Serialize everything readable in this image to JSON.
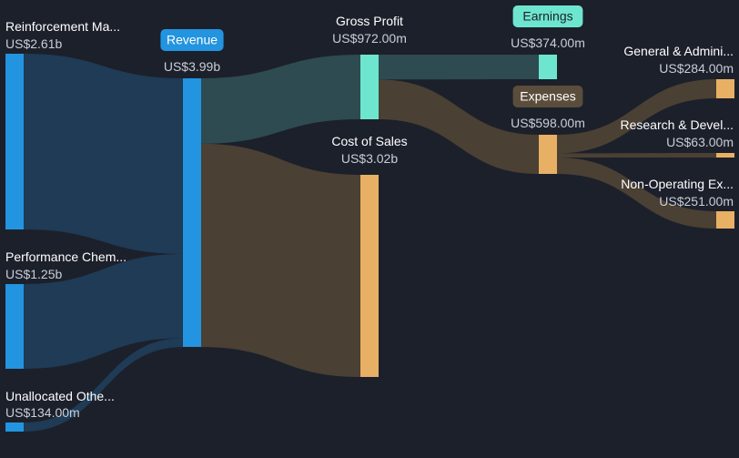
{
  "chart_data": {
    "type": "sankey",
    "currency": "US$",
    "colors": {
      "background": "#1c202b",
      "revenue_node": "#2394df",
      "revenue_flow": "#1f3b55",
      "profit_node": "#6ee6cf",
      "profit_flow": "#2d4b50",
      "cost_node": "#e8b064",
      "cost_flow": "#4a4033",
      "earnings_badge": "#6ee6cf",
      "expenses_badge": "#5b4d3b",
      "revenue_badge": "#2394df"
    },
    "nodes": [
      {
        "id": "reinforcement",
        "label": "Reinforcement Ma...",
        "value_label": "US$2.61b",
        "value": 2610,
        "type": "revenue",
        "badge": false
      },
      {
        "id": "performance",
        "label": "Performance Chem...",
        "value_label": "US$1.25b",
        "value": 1250,
        "type": "revenue",
        "badge": false
      },
      {
        "id": "unallocated",
        "label": "Unallocated Othe...",
        "value_label": "US$134.00m",
        "value": 134,
        "type": "revenue",
        "badge": false
      },
      {
        "id": "revenue",
        "label": "Revenue",
        "value_label": "US$3.99b",
        "value": 3990,
        "type": "revenue",
        "badge": true
      },
      {
        "id": "gross_profit",
        "label": "Gross Profit",
        "value_label": "US$972.00m",
        "value": 972,
        "type": "profit",
        "badge": false
      },
      {
        "id": "cost_of_sales",
        "label": "Cost of Sales",
        "value_label": "US$3.02b",
        "value": 3020,
        "type": "cost",
        "badge": false
      },
      {
        "id": "earnings",
        "label": "Earnings",
        "value_label": "US$374.00m",
        "value": 374,
        "type": "profit",
        "badge": true
      },
      {
        "id": "expenses",
        "label": "Expenses",
        "value_label": "US$598.00m",
        "value": 598,
        "type": "cost",
        "badge": true
      },
      {
        "id": "general_admin",
        "label": "General & Admini...",
        "value_label": "US$284.00m",
        "value": 284,
        "type": "cost",
        "badge": false
      },
      {
        "id": "research_dev",
        "label": "Research & Devel...",
        "value_label": "US$63.00m",
        "value": 63,
        "type": "cost",
        "badge": false
      },
      {
        "id": "non_operating",
        "label": "Non-Operating Ex...",
        "value_label": "US$251.00m",
        "value": 251,
        "type": "cost",
        "badge": false
      }
    ],
    "links": [
      {
        "source": "reinforcement",
        "target": "revenue",
        "value": 2610,
        "type": "revenue"
      },
      {
        "source": "performance",
        "target": "revenue",
        "value": 1250,
        "type": "revenue"
      },
      {
        "source": "unallocated",
        "target": "revenue",
        "value": 134,
        "type": "revenue"
      },
      {
        "source": "revenue",
        "target": "gross_profit",
        "value": 972,
        "type": "profit"
      },
      {
        "source": "revenue",
        "target": "cost_of_sales",
        "value": 3020,
        "type": "cost"
      },
      {
        "source": "gross_profit",
        "target": "earnings",
        "value": 374,
        "type": "profit"
      },
      {
        "source": "gross_profit",
        "target": "expenses",
        "value": 598,
        "type": "cost"
      },
      {
        "source": "expenses",
        "target": "general_admin",
        "value": 284,
        "type": "cost"
      },
      {
        "source": "expenses",
        "target": "research_dev",
        "value": 63,
        "type": "cost"
      },
      {
        "source": "expenses",
        "target": "non_operating",
        "value": 251,
        "type": "cost"
      }
    ]
  }
}
